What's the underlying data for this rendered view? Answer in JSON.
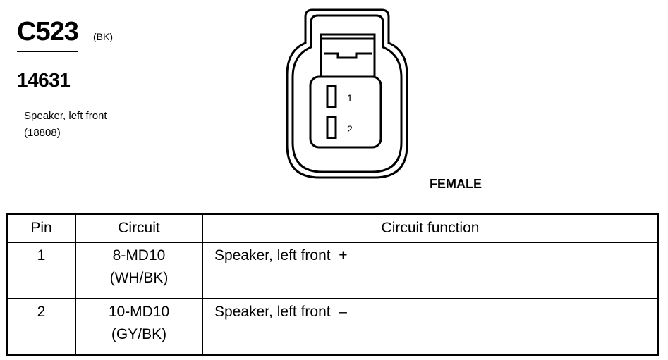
{
  "connector": {
    "id": "C523",
    "color": "(BK)",
    "part_number": "14631",
    "description_line1": "Speaker, left front",
    "description_line2": "(18808)",
    "gender": "FEMALE",
    "pin_labels": [
      "1",
      "2"
    ]
  },
  "table": {
    "headers": [
      "Pin",
      "Circuit",
      "Circuit function"
    ],
    "rows": [
      {
        "pin": "1",
        "circuit_line1": "8-MD10",
        "circuit_line2": "(WH/BK)",
        "function": "Speaker, left front  +"
      },
      {
        "pin": "2",
        "circuit_line1": "10-MD10",
        "circuit_line2": "(GY/BK)",
        "function": "Speaker, left front  –"
      }
    ]
  }
}
